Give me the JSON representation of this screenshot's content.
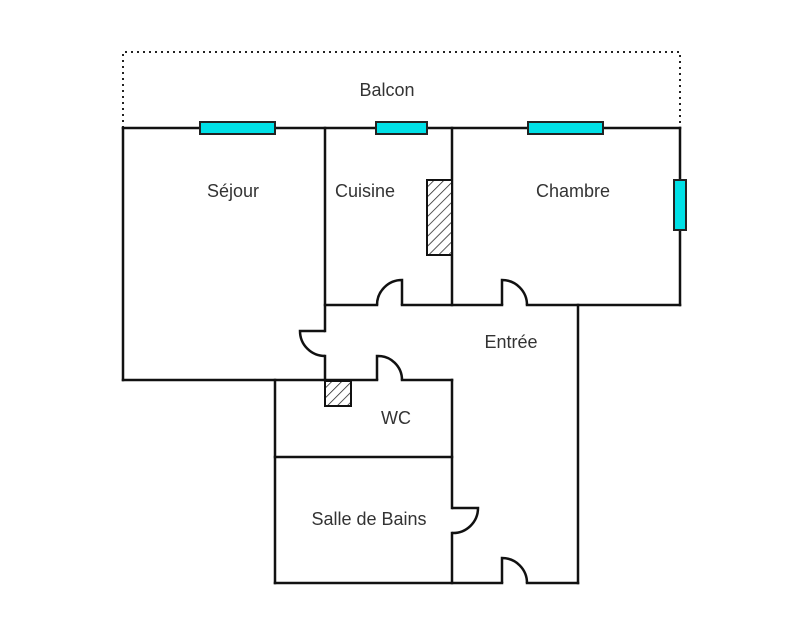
{
  "plan": {
    "rooms": {
      "balcon": "Balcon",
      "sejour": "Séjour",
      "cuisine": "Cuisine",
      "chambre": "Chambre",
      "entree": "Entrée",
      "wc": "WC",
      "salle_de_bains": "Salle de Bains"
    },
    "colors": {
      "window": "#00e0e6",
      "wall": "#111111"
    }
  }
}
